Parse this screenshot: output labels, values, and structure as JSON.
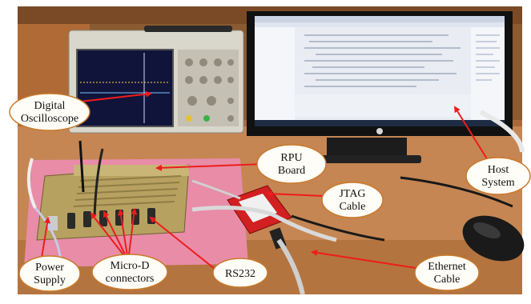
{
  "labels": {
    "oscilloscope": [
      "Digital",
      "Oscilloscope"
    ],
    "rpu_board": [
      "RPU",
      "Board"
    ],
    "jtag_cable": [
      "JTAG",
      "Cable"
    ],
    "host_system": [
      "Host",
      "System"
    ],
    "ethernet_cable": [
      "Ethernet",
      "Cable"
    ],
    "power_supply": [
      "Power",
      "Supply"
    ],
    "micro_d": [
      "Micro-D",
      "connectors"
    ],
    "rs232": [
      "RS232"
    ]
  },
  "colors": {
    "callout_fill": "#fffdf7",
    "callout_stroke": "#c97a2a",
    "arrow": "#ee1c1c",
    "table": "#c8844c",
    "board_gold": "#b7a160",
    "monitor": "#1a1a1a",
    "jtag_red": "#d21f1f"
  }
}
